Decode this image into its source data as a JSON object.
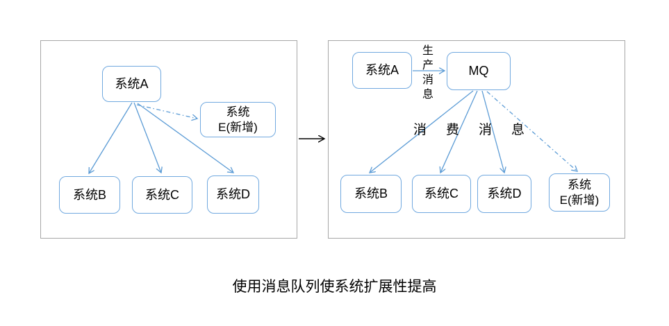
{
  "caption": "使用消息队列使系统扩展性提高",
  "colors": {
    "node_border": "#70a8df",
    "arrow_blue": "#5b9bd5",
    "arrow_black": "#000000",
    "panel_border": "#a6a6a6",
    "text": "#000000"
  },
  "left_panel": {
    "system_a": "系统A",
    "system_b": "系统B",
    "system_c": "系统C",
    "system_d": "系统D",
    "system_e_line1": "系统",
    "system_e_line2": "E(新增)"
  },
  "right_panel": {
    "system_a": "系统A",
    "mq": "MQ",
    "system_b": "系统B",
    "system_c": "系统C",
    "system_d": "系统D",
    "system_e_line1": "系统",
    "system_e_line2": "E(新增)",
    "produce_label": "生产消息",
    "consume_label": "消费消息"
  }
}
